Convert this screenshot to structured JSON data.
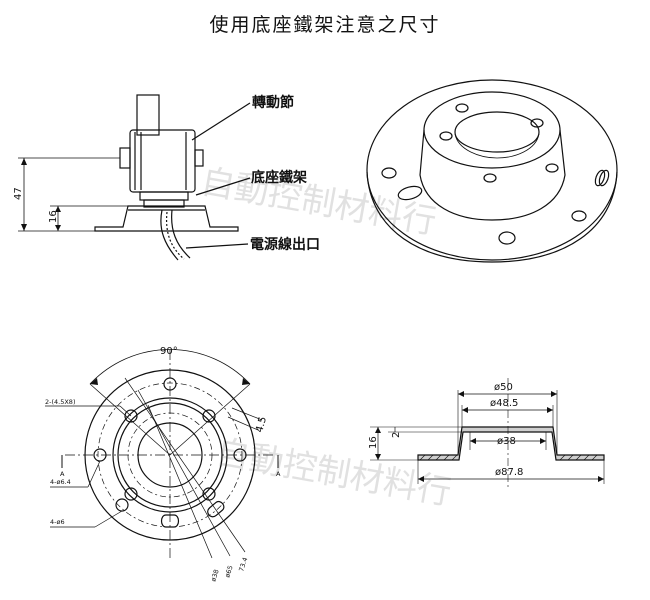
{
  "title": "使用底座鐵架注意之尺寸",
  "side_view": {
    "label_joint": "轉動節",
    "label_bracket": "底座鐵架",
    "label_outlet": "電源線出口",
    "dim_height_total": "47",
    "dim_height_base": "16"
  },
  "front_view": {
    "angle": "90°",
    "hole_note_1": "2-(4.5X8)",
    "hole_note_2": "4-ø6.4",
    "hole_note_3": "4-ø6",
    "section_mark_left": "A",
    "section_mark_right": "A",
    "dim_4_5": "4.5",
    "dim_o38": "ø38",
    "dim_o65": "ø65",
    "dim_73_4": "73.4"
  },
  "section_view": {
    "dim_o50": "ø50",
    "dim_o48_5": "ø48.5",
    "dim_o38": "ø38",
    "dim_o87_8": "ø87.8",
    "dim_16": "16",
    "dim_2": "2"
  },
  "watermark": {
    "upper": "自動控制材料行",
    "lower": "自動控制材料行"
  }
}
